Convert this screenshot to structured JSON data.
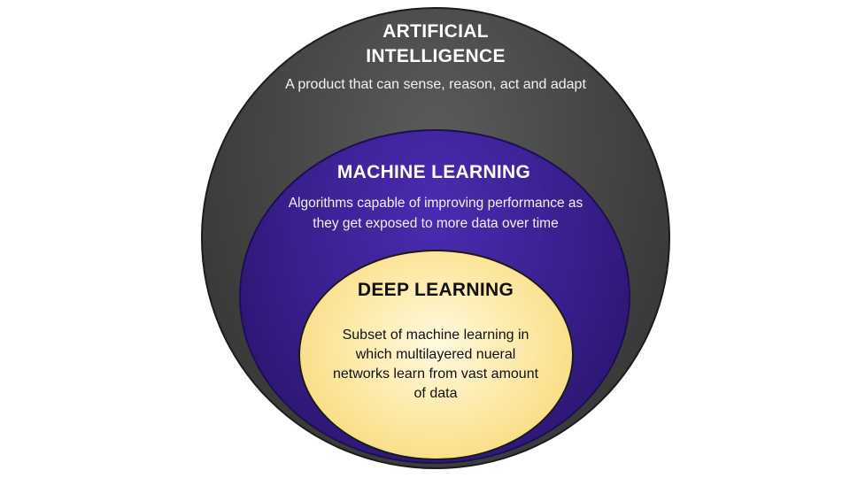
{
  "ai": {
    "title": "ARTIFICIAL INTELLIGENCE",
    "description": "A product that can sense, reason, act and adapt"
  },
  "ml": {
    "title": "MACHINE LEARNING",
    "description": "Algorithms capable of improving performance as they get exposed to more data over time"
  },
  "dl": {
    "title": "DEEP LEARNING",
    "description": "Subset of machine learning in which multilayered nueral networks learn from vast amount of data"
  },
  "colors": {
    "ai_fill": "#474747",
    "ml_fill": "#3a1f8e",
    "dl_fill": "#fdeaa8"
  }
}
